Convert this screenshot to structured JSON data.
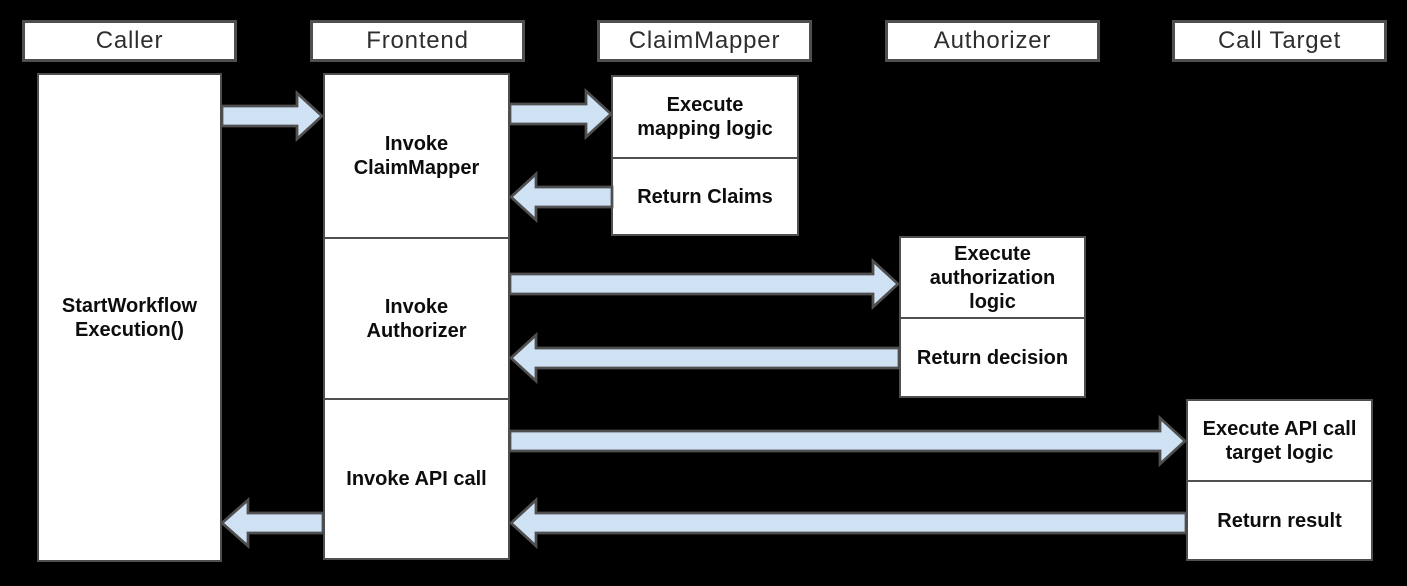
{
  "diagram_type": "sequence-diagram",
  "colors": {
    "background": "#000000",
    "box_fill": "#ffffff",
    "box_border": "#4f4f4f",
    "arrow_fill": "#cfe2f3",
    "arrow_border": "#4f4f4f",
    "header_text": "#2e2e2e",
    "step_text": "#0d0d0d"
  },
  "lanes": [
    {
      "id": "caller",
      "header": "Caller"
    },
    {
      "id": "frontend",
      "header": "Frontend"
    },
    {
      "id": "claimmapper",
      "header": "ClaimMapper"
    },
    {
      "id": "authorizer",
      "header": "Authorizer"
    },
    {
      "id": "calltarget",
      "header": "Call Target"
    }
  ],
  "activations": {
    "caller": {
      "steps": [
        {
          "label": "StartWorkflow\nExecution()"
        }
      ]
    },
    "frontend": {
      "steps": [
        {
          "label": "Invoke\nClaimMapper"
        },
        {
          "label": "Invoke\nAuthorizer"
        },
        {
          "label": "Invoke API call"
        }
      ]
    },
    "claimmapper": {
      "steps": [
        {
          "label": "Execute\nmapping logic"
        },
        {
          "label": "Return Claims"
        }
      ]
    },
    "authorizer": {
      "steps": [
        {
          "label": "Execute\nauthorization\nlogic"
        },
        {
          "label": "Return decision"
        }
      ]
    },
    "calltarget": {
      "steps": [
        {
          "label": "Execute API call\ntarget logic"
        },
        {
          "label": "Return result"
        }
      ]
    }
  },
  "arrows": [
    {
      "from": "Caller",
      "to": "Frontend",
      "direction": "right"
    },
    {
      "from": "Frontend",
      "to": "ClaimMapper",
      "direction": "right"
    },
    {
      "from": "ClaimMapper",
      "to": "Frontend",
      "direction": "left"
    },
    {
      "from": "Frontend",
      "to": "Authorizer",
      "direction": "right"
    },
    {
      "from": "Authorizer",
      "to": "Frontend",
      "direction": "left"
    },
    {
      "from": "Frontend",
      "to": "Call Target",
      "direction": "right"
    },
    {
      "from": "Call Target",
      "to": "Frontend",
      "direction": "left"
    },
    {
      "from": "Frontend",
      "to": "Caller",
      "direction": "left"
    }
  ]
}
